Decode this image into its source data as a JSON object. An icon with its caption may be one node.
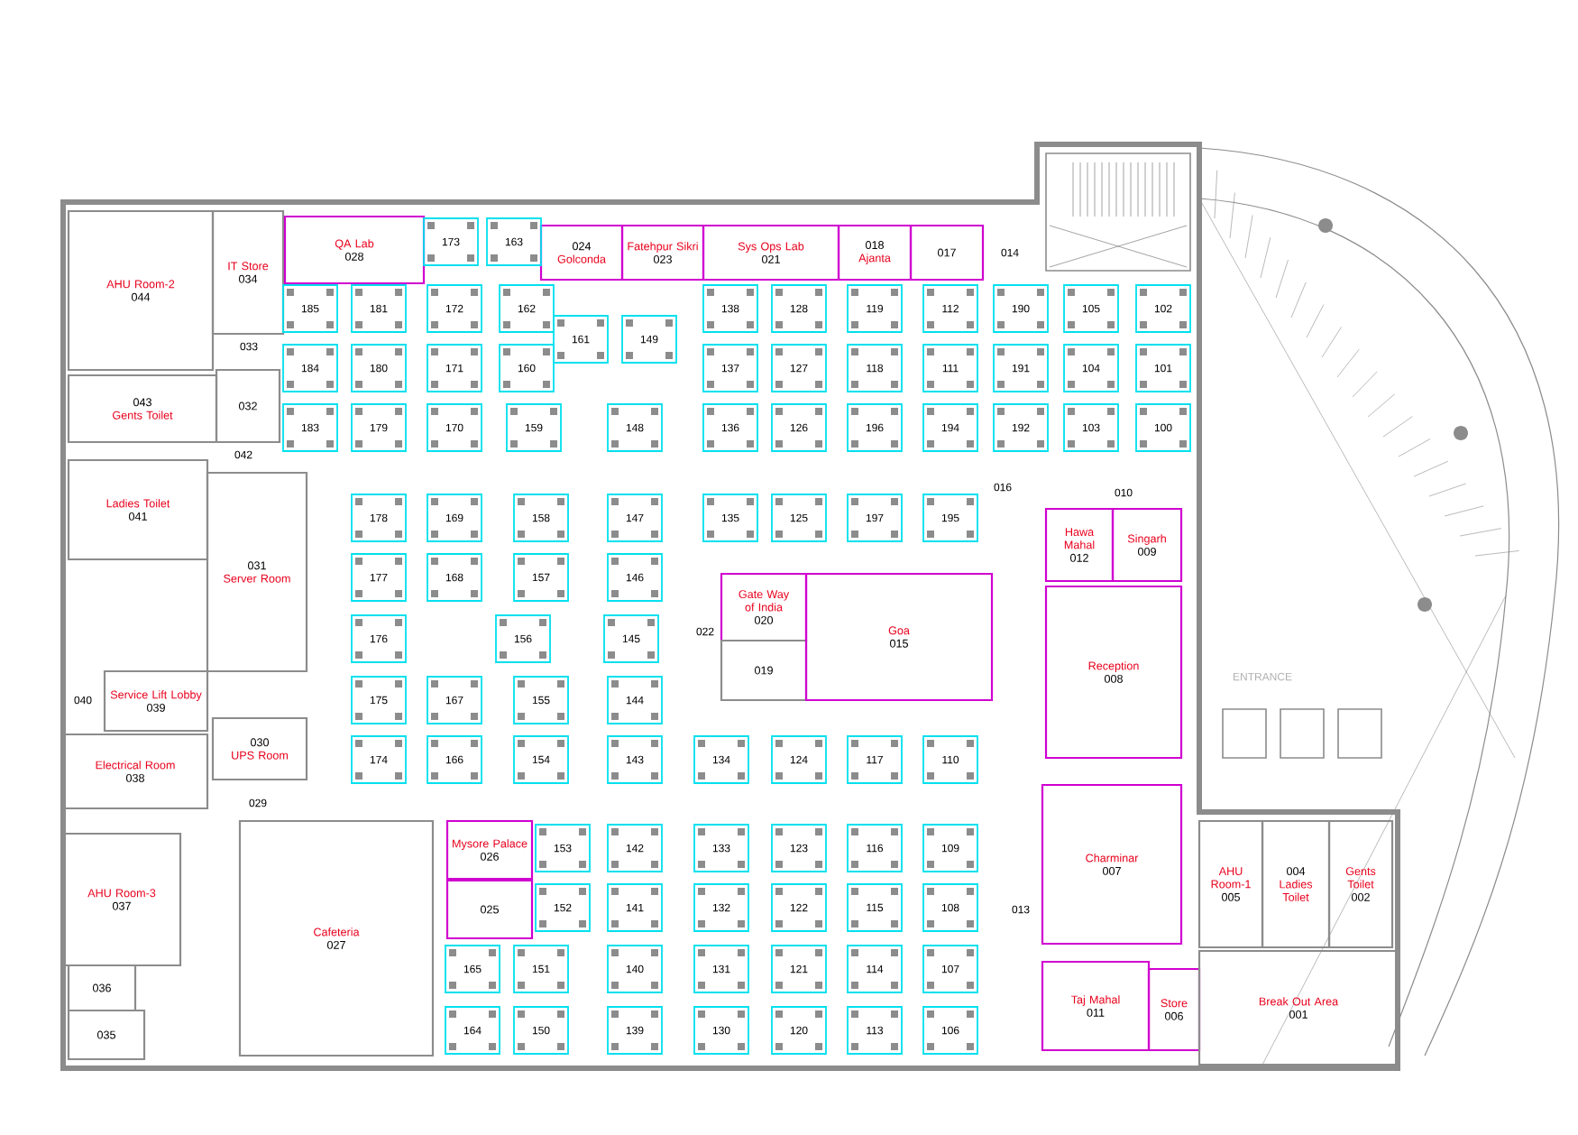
{
  "diagram": {
    "nodes": [
      {
        "text": [
          "AHU Room-2",
          "044"
        ]
      },
      {
        "text": [
          "IT Store",
          "034"
        ]
      },
      {
        "text": [
          "QA Lab",
          "028"
        ]
      },
      {
        "text": [
          "043",
          "Gents Toilet"
        ]
      },
      {
        "text": [
          "032"
        ]
      },
      {
        "text": [
          "Ladies Toilet",
          "041"
        ]
      },
      {
        "text": [
          "031",
          "Server Room"
        ]
      },
      {
        "text": [
          "Service Lift Lobby",
          "039"
        ]
      },
      {
        "text": [
          "Electrical Room",
          "038"
        ]
      },
      {
        "text": [
          "030",
          "UPS Room"
        ]
      },
      {
        "text": [
          "Cafeteria",
          "027"
        ]
      },
      {
        "text": [
          "AHU Room-3",
          "037"
        ]
      },
      {
        "text": [
          "036"
        ]
      },
      {
        "text": [
          "035"
        ]
      },
      {
        "text": [
          "024",
          "Golconda"
        ]
      },
      {
        "text": [
          "Fatehpur Sikri",
          "023"
        ]
      },
      {
        "text": [
          "Sys Ops Lab",
          "021"
        ]
      },
      {
        "text": [
          "018",
          "Ajanta"
        ]
      },
      {
        "text": [
          "017"
        ]
      },
      {
        "text": [
          "Gate Way of India",
          "020"
        ]
      },
      {
        "text": [
          "019"
        ]
      },
      {
        "text": [
          "Goa",
          "015"
        ]
      },
      {
        "text": [
          "Hawa Mahal",
          "012"
        ]
      },
      {
        "text": [
          "Singarh",
          "009"
        ]
      },
      {
        "text": [
          "Reception",
          "008"
        ]
      },
      {
        "text": [
          "Charminar",
          "007"
        ]
      },
      {
        "text": [
          "Taj Mahal",
          "011"
        ]
      },
      {
        "text": [
          "Store",
          "006"
        ]
      },
      {
        "text": [
          "AHU Room-1",
          "005"
        ]
      },
      {
        "text": [
          "004",
          "Ladies Toilet"
        ]
      },
      {
        "text": [
          "Gents Toilet",
          "002"
        ]
      },
      {
        "text": [
          "Break Out Area",
          "001"
        ]
      },
      {
        "text": [
          "Mysore Palace",
          "026"
        ]
      },
      {
        "text": [
          "025"
        ]
      }
    ],
    "labels": [
      "033",
      "042",
      "040",
      "029",
      "014",
      "022",
      "016",
      "010",
      "013",
      "ENTRANCE",
      "173",
      "163",
      "185",
      "181",
      "172",
      "162",
      "161",
      "149",
      "138",
      "128",
      "119",
      "112",
      "190",
      "105",
      "102",
      "184",
      "180",
      "171",
      "160",
      "137",
      "127",
      "118",
      "111",
      "191",
      "104",
      "101",
      "183",
      "179",
      "170",
      "159",
      "148",
      "136",
      "126",
      "196",
      "194",
      "192",
      "103",
      "100",
      "178",
      "169",
      "158",
      "147",
      "135",
      "125",
      "197",
      "195",
      "177",
      "168",
      "157",
      "146",
      "176",
      "156",
      "145",
      "175",
      "167",
      "155",
      "144",
      "174",
      "166",
      "154",
      "143",
      "134",
      "124",
      "117",
      "110",
      "153",
      "142",
      "133",
      "123",
      "116",
      "109",
      "152",
      "141",
      "132",
      "122",
      "115",
      "108",
      "165",
      "151",
      "140",
      "131",
      "121",
      "114",
      "107",
      "164",
      "150",
      "139",
      "130",
      "120",
      "113",
      "106"
    ]
  }
}
